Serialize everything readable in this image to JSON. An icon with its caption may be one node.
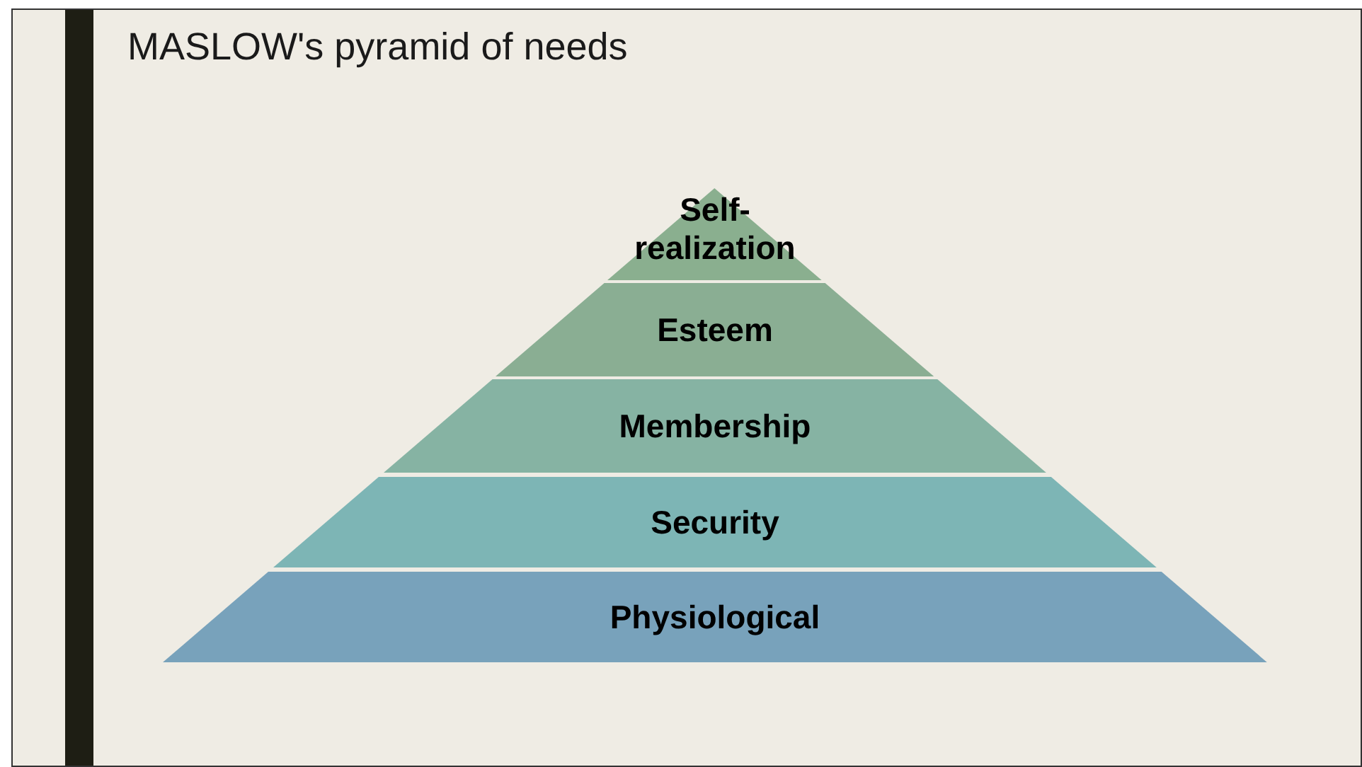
{
  "diagram": {
    "title": "MASLOW's pyramid of needs",
    "nodes": [
      {
        "text": [
          "Self-realization"
        ]
      },
      {
        "text": [
          "Esteem"
        ]
      },
      {
        "text": [
          "Membership"
        ]
      },
      {
        "text": [
          "Security"
        ]
      },
      {
        "text": [
          "Physiological"
        ]
      }
    ],
    "edges": []
  }
}
